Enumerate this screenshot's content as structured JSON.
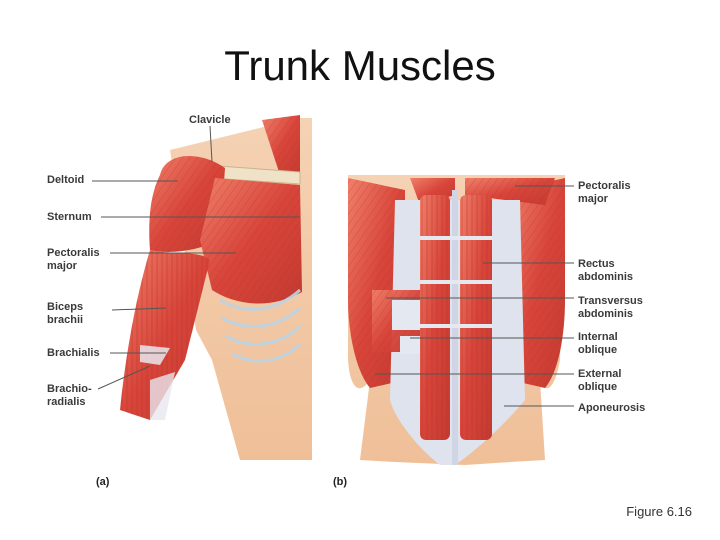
{
  "title": "Trunk Muscles",
  "caption": "Figure 6.16",
  "panel_a": {
    "tag": "(a)",
    "labels": {
      "clavicle": "Clavicle",
      "deltoid": "Deltoid",
      "sternum": "Sternum",
      "pectoralis_major": "Pectoralis\nmajor",
      "biceps_brachii": "Biceps\nbrachii",
      "brachialis": "Brachialis",
      "brachioradialis": "Brachio-\nradialis"
    }
  },
  "panel_b": {
    "tag": "(b)",
    "labels": {
      "pectoralis_major": "Pectoralis\nmajor",
      "rectus_abdominis": "Rectus\nabdominis",
      "transversus_abdominis": "Transversus\nabdominis",
      "internal_oblique": "Internal\noblique",
      "external_oblique": "External\noblique",
      "aponeurosis": "Aponeurosis"
    }
  },
  "colors": {
    "muscle": "#d8453a",
    "muscle_light": "#ee7a66",
    "skin": "#f3c6a3",
    "fascia": "#dfe3ee",
    "leader": "#555555"
  }
}
